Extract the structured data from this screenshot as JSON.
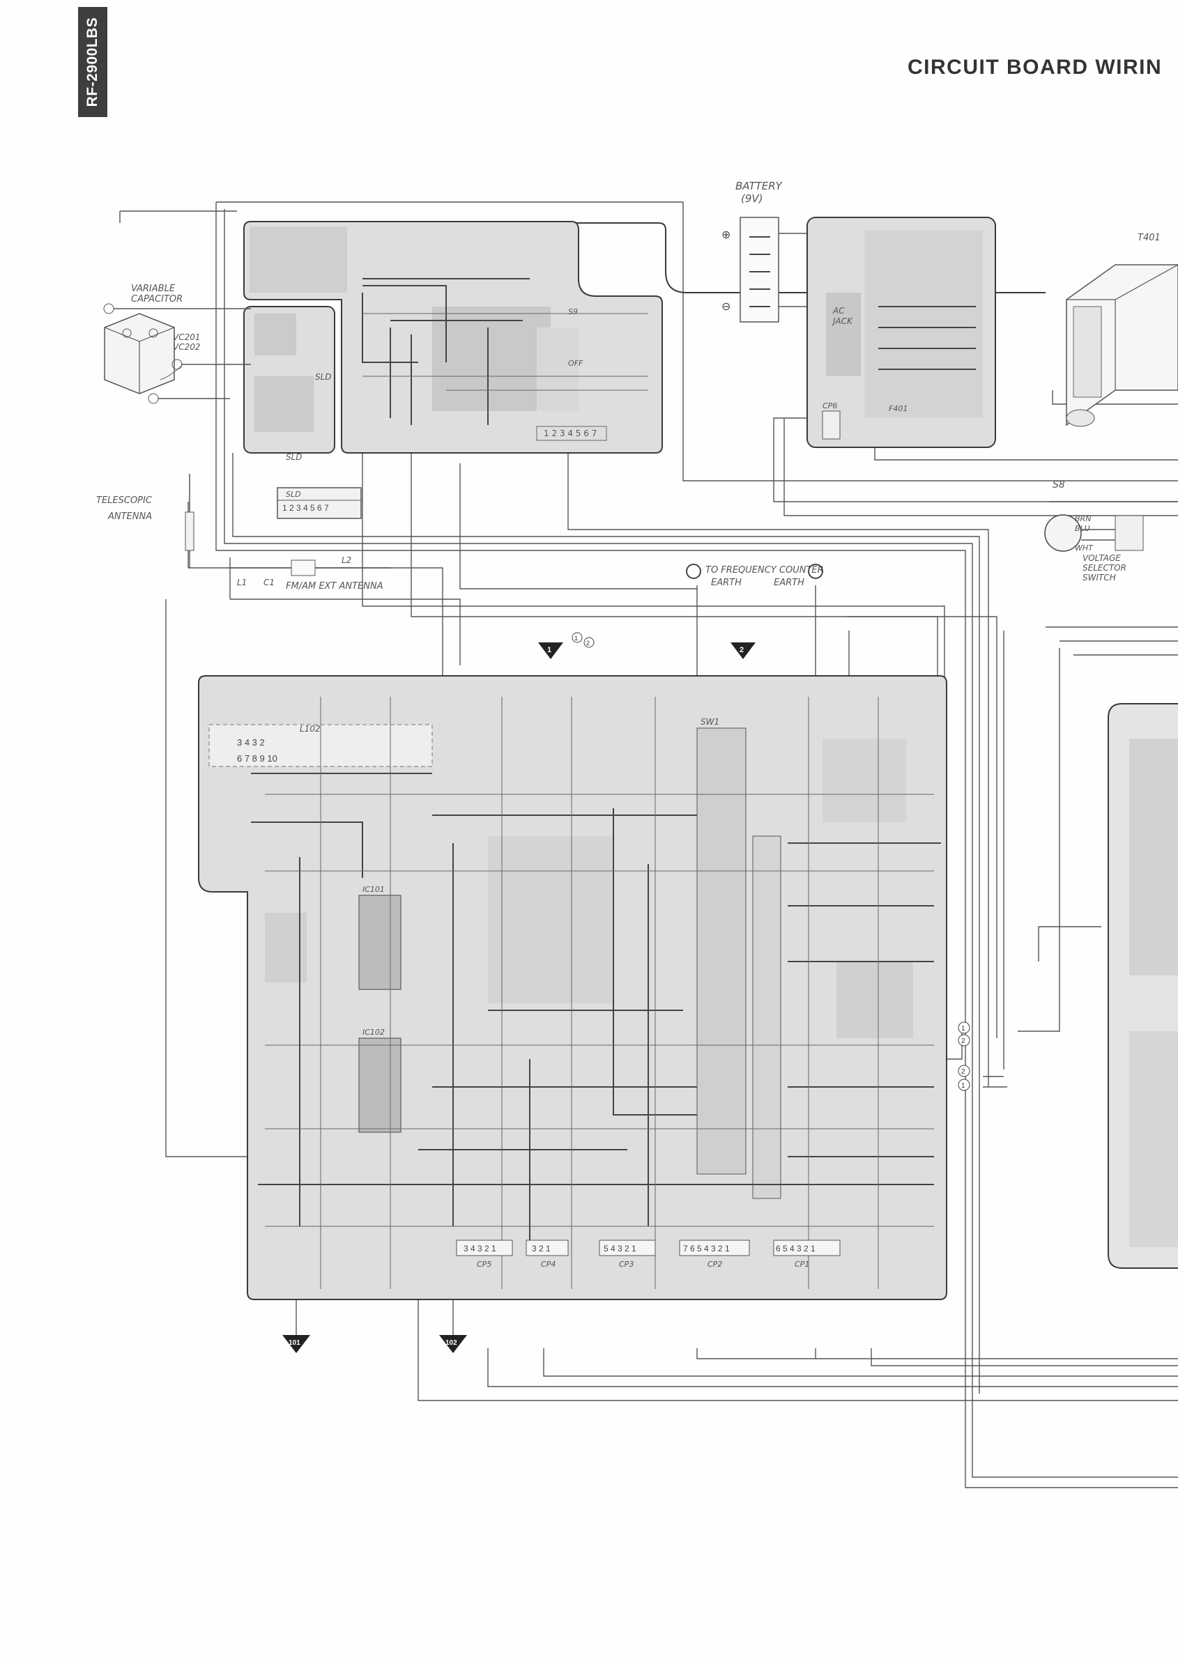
{
  "model_tab": "RF-2900LBS",
  "title": "CIRCUIT BOARD WIRIN",
  "labels": {
    "battery": "BATTERY",
    "battery_voltage": "(9V)",
    "plus": "⊕",
    "minus": "⊖",
    "variable_capacitor_1": "VARIABLE",
    "variable_capacitor_2": "CAPACITOR",
    "vc201": "VC201",
    "vc202": "VC202",
    "telescopic_1": "TELESCOPIC",
    "telescopic_2": "ANTENNA",
    "ext_antenna": "FM/AM EXT ANTENNA",
    "l1": "L1",
    "c1": "C1",
    "l2": "L2",
    "freq_counter": "TO FREQUENCY COUNTER",
    "earth_left": "EARTH",
    "earth_right": "EARTH",
    "ac_jack_1": "AC",
    "ac_jack_2": "JACK",
    "t401": "T401",
    "s8": "S8",
    "brn": "BRN",
    "blu": "BLU",
    "wht": "WHT",
    "voltage_1": "VOLTAGE",
    "voltage_2": "SELECTOR",
    "voltage_3": "SWITCH",
    "f401": "F401",
    "cp6": "CP6",
    "cp1": "CP1",
    "cp2": "CP2",
    "cp3": "CP3",
    "cp4": "CP4",
    "cp5": "CP5",
    "sw1": "SW1",
    "l102": "L102",
    "sld": "SLD",
    "s9": "S9",
    "off": "OFF",
    "ic101": "IC101",
    "ic102": "IC102",
    "marker_1": "1",
    "marker_2": "2",
    "marker_101": "101",
    "marker_102": "102",
    "circle_1": "1",
    "circle_2": "2"
  }
}
